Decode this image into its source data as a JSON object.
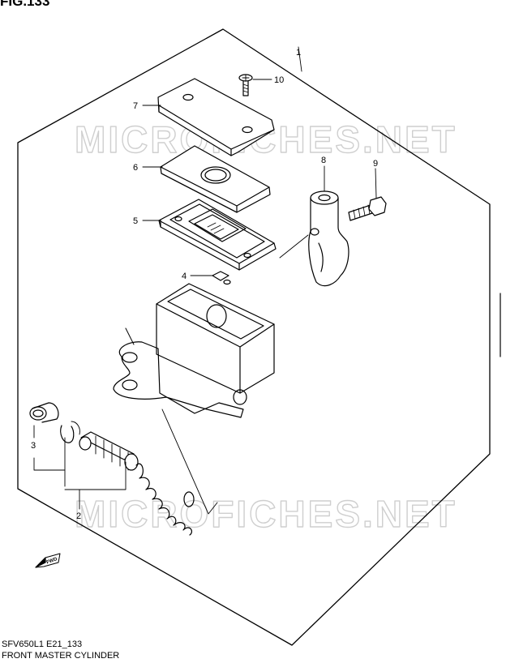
{
  "figure": {
    "header": "FIG.133"
  },
  "watermarks": [
    "MICROFICHES.NET",
    "MICROFICHES.NET"
  ],
  "callouts": [
    {
      "id": "1",
      "label": "1"
    },
    {
      "id": "2",
      "label": "2"
    },
    {
      "id": "3",
      "label": "3"
    },
    {
      "id": "4",
      "label": "4"
    },
    {
      "id": "5",
      "label": "5"
    },
    {
      "id": "6",
      "label": "6"
    },
    {
      "id": "7",
      "label": "7"
    },
    {
      "id": "8",
      "label": "8"
    },
    {
      "id": "9",
      "label": "9"
    },
    {
      "id": "10",
      "label": "10"
    }
  ],
  "direction_marker": {
    "label": "FWD"
  },
  "footer": {
    "code": "SFV650L1 E21_133",
    "title": "FRONT MASTER CYLINDER"
  }
}
